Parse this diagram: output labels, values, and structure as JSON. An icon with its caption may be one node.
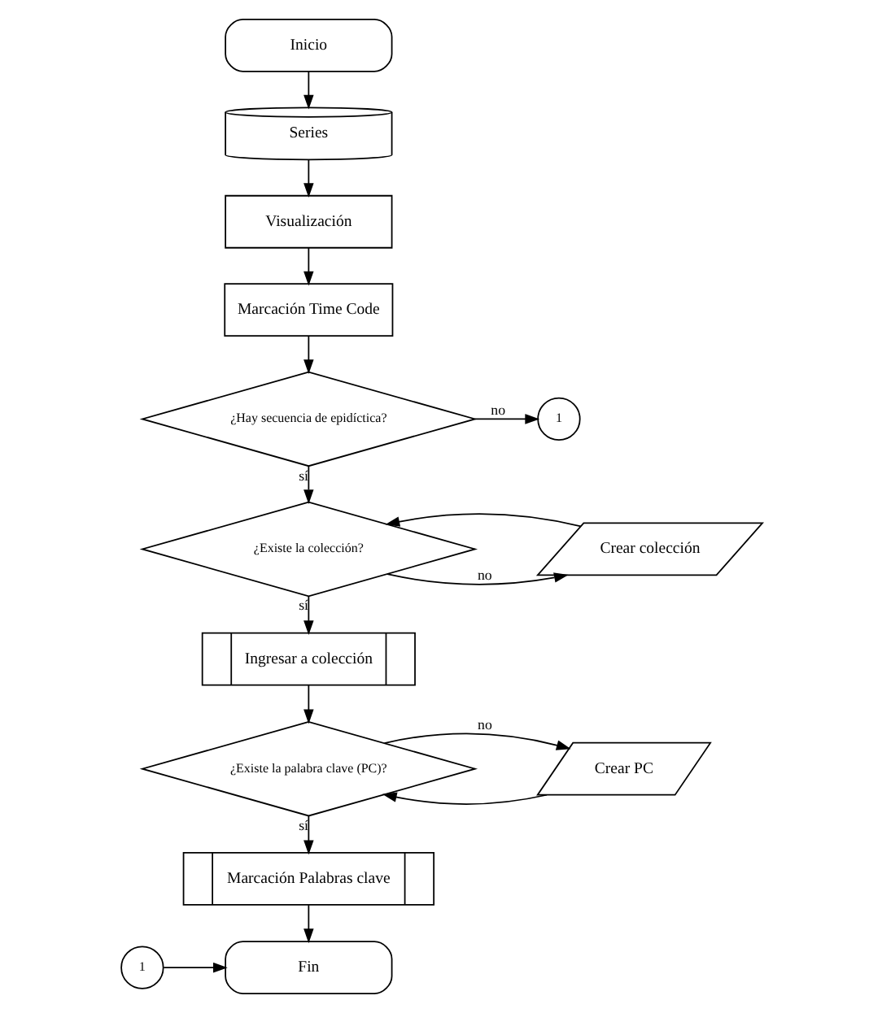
{
  "diagram": {
    "nodes": [
      {
        "text": [
          "Inicio"
        ]
      },
      {
        "text": [
          "Series"
        ]
      },
      {
        "text": [
          "Visualización"
        ]
      },
      {
        "text": [
          "Marcación Time Code"
        ]
      },
      {
        "text": [
          "¿Hay secuencia de epidíctica?"
        ]
      },
      {
        "text": [
          "1"
        ]
      },
      {
        "text": [
          "¿Existe la colección?"
        ]
      },
      {
        "text": [
          "Crear colección"
        ]
      },
      {
        "text": [
          "Ingresar a colección"
        ]
      },
      {
        "text": [
          "Crear PC"
        ]
      },
      {
        "text": [
          "¿Existe la palabra clave (PC)?"
        ]
      },
      {
        "text": [
          "Marcación Palabras clave"
        ]
      },
      {
        "text": [
          "Fin"
        ]
      },
      {
        "text": [
          "1"
        ]
      }
    ],
    "edges": [
      {
        "from": 0,
        "to": 1,
        "arrow": "to"
      },
      {
        "from": 1,
        "to": 2,
        "arrow": "to"
      },
      {
        "from": 2,
        "to": 3,
        "arrow": "to"
      },
      {
        "from": 3,
        "to": 4,
        "arrow": "to"
      },
      {
        "from": 4,
        "to": 5,
        "arrow": "to",
        "label": "no"
      },
      {
        "from": 4,
        "to": 6,
        "arrow": "to",
        "label": "sí"
      },
      {
        "from": 6,
        "to": 7,
        "arrow": "to",
        "label": "no"
      },
      {
        "from": 7,
        "to": 6,
        "arrow": "to"
      },
      {
        "from": 6,
        "to": 8,
        "arrow": "to",
        "label": "sí"
      },
      {
        "from": 8,
        "to": 10,
        "arrow": "to"
      },
      {
        "from": 9,
        "to": 10,
        "arrow": "to"
      },
      {
        "from": 10,
        "to": 9,
        "arrow": "to",
        "label": "no"
      },
      {
        "from": 10,
        "to": 11,
        "arrow": "to",
        "label": "sí"
      },
      {
        "from": 11,
        "to": 12,
        "arrow": "to"
      },
      {
        "from": 13,
        "to": 12,
        "arrow": "to"
      }
    ]
  }
}
